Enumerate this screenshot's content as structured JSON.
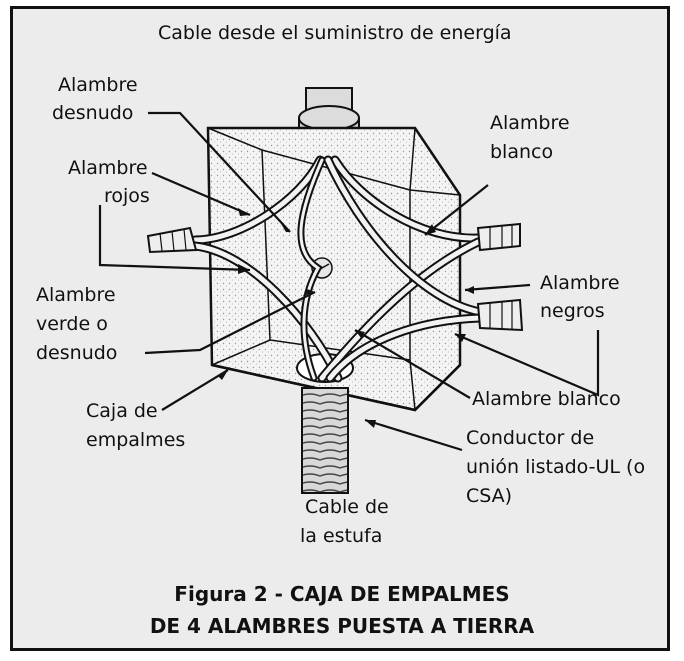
{
  "labels": {
    "top_cable": "Cable desde el suministro de energía",
    "bare_wire": [
      "Alambre",
      "desnudo"
    ],
    "red_wires": [
      "Alambre",
      "rojos"
    ],
    "white_wire_top": [
      "Alambre",
      "blanco"
    ],
    "black_wires": [
      "Alambre",
      "negros"
    ],
    "green_or_bare": [
      "Alambre",
      "verde o",
      "desnudo"
    ],
    "white_wire_bottom": "Alambre blanco",
    "junction_box": [
      "Caja de",
      "empalmes"
    ],
    "bonding_conductor": [
      "Conductor de",
      "unión listado-UL (o",
      "CSA)"
    ],
    "stove_cable": [
      "Cable de",
      "la estufa"
    ]
  },
  "caption": {
    "line1": "Figura 2 - CAJA DE EMPALMES",
    "line2": "DE 4 ALAMBRES PUESTA A TIERRA"
  }
}
